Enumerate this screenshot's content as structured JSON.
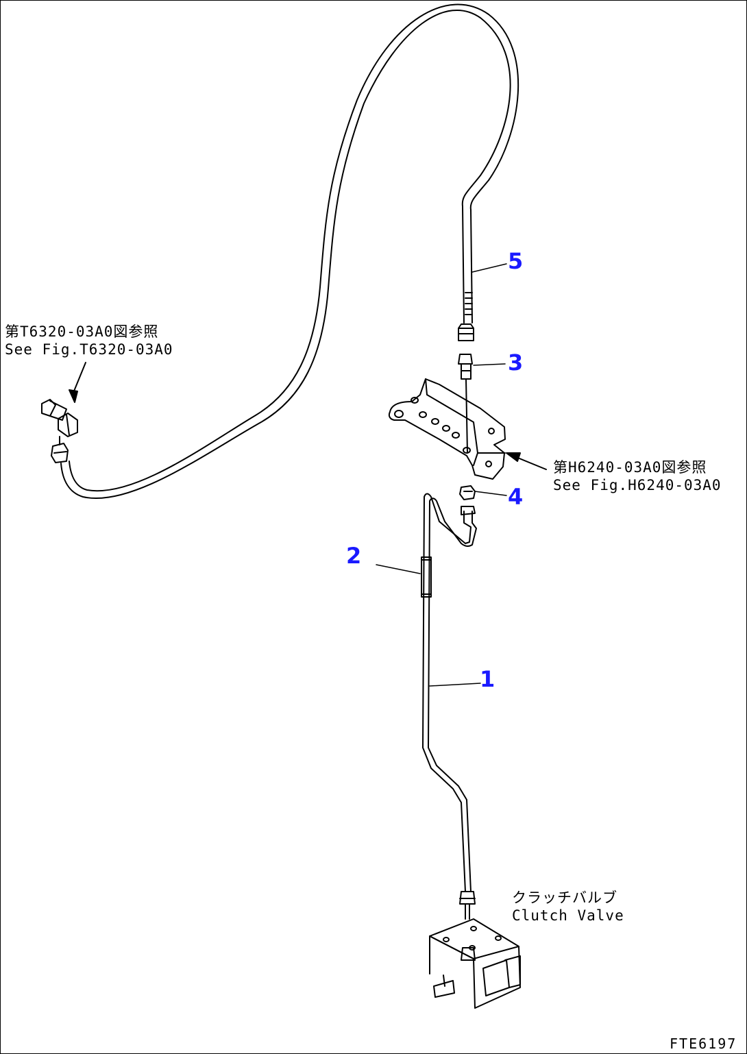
{
  "notes": {
    "ref_upper_left": {
      "jp": "第T6320-03A0図参照",
      "en": "See Fig.T6320-03A0"
    },
    "ref_right": {
      "jp": "第H6240-03A0図参照",
      "en": "See Fig.H6240-03A0"
    },
    "clutch_valve": {
      "jp": "クラッチバルブ",
      "en": "Clutch Valve"
    }
  },
  "callouts": [
    "1",
    "2",
    "3",
    "4",
    "5"
  ],
  "figure_code": "FTE6197",
  "colors": {
    "line": "#000000",
    "callout": "#1a1aff"
  }
}
